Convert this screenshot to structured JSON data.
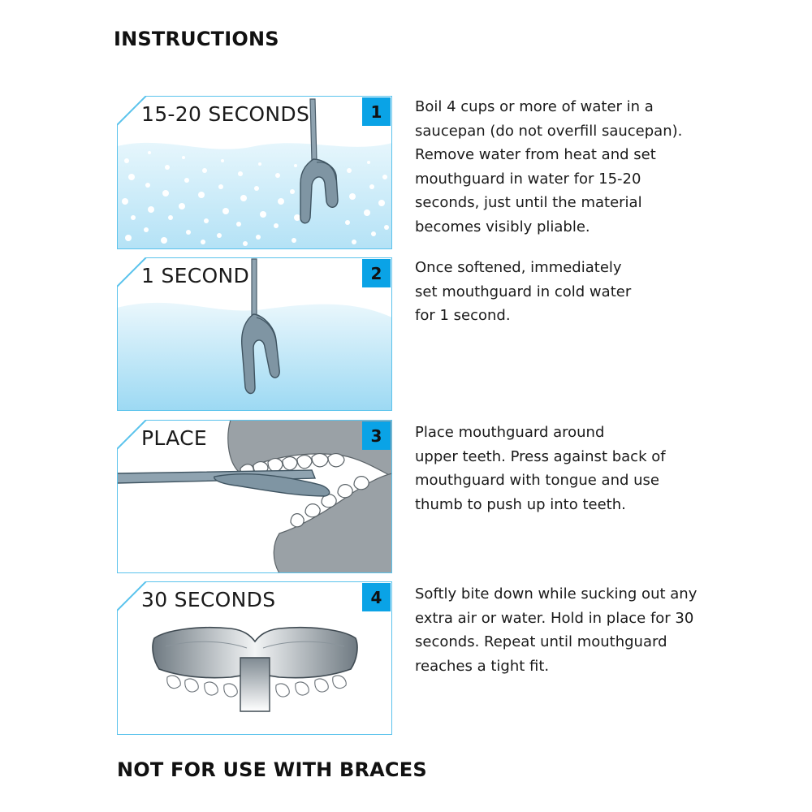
{
  "heading": "INSTRUCTIONS",
  "footer": "NOT FOR USE WITH BRACES",
  "colors": {
    "accent": "#0aa3e6",
    "frame": "#5bc3ec",
    "water_light": "#dff3fb",
    "water_deep": "#a9def5",
    "mouthguard": "#7f95a3"
  },
  "steps": [
    {
      "number": "1",
      "label": "15-20 SECONDS",
      "icon": "boiling-water-illustration",
      "lines": [
        "Boil 4 cups or more of water in a",
        "saucepan (do not overfill saucepan).",
        "Remove water from heat and set",
        "mouthguard in water for 15-20",
        "seconds, just until the material",
        "becomes visibly pliable."
      ]
    },
    {
      "number": "2",
      "label": "1 SECOND",
      "icon": "cold-water-illustration",
      "lines": [
        "Once softened, immediately",
        "set mouthguard in cold water",
        "for 1 second."
      ]
    },
    {
      "number": "3",
      "label": "PLACE",
      "icon": "teeth-placement-illustration",
      "lines": [
        "Place mouthguard around",
        "upper teeth. Press against back of",
        "mouthguard with tongue and use",
        "thumb to push up into teeth."
      ]
    },
    {
      "number": "4",
      "label": "30 SECONDS",
      "icon": "fitted-mouthguard-illustration",
      "lines": [
        "Softly bite down while sucking out any",
        "extra air or water. Hold in place for 30",
        "seconds. Repeat until mouthguard",
        "reaches a tight fit."
      ]
    }
  ]
}
